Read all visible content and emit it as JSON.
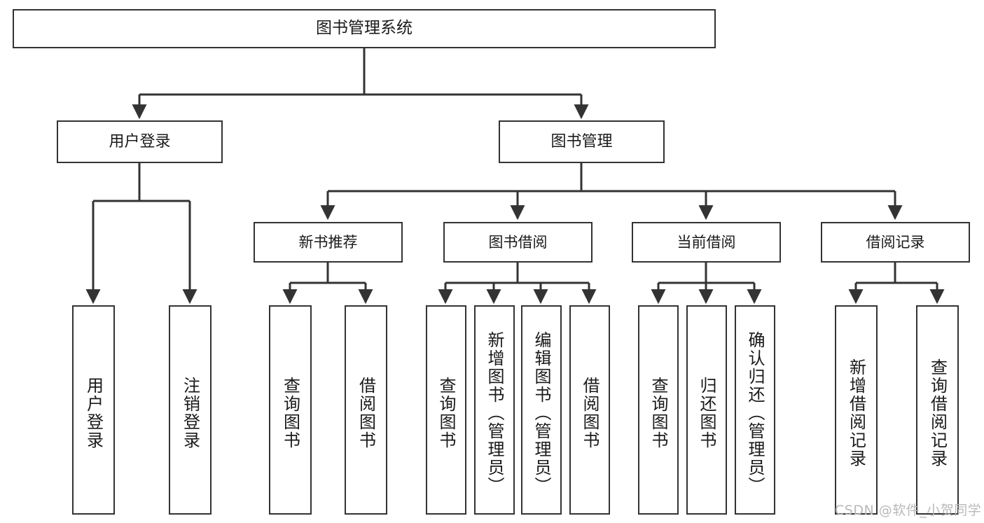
{
  "diagram": {
    "type": "tree",
    "title": "图书管理系统",
    "root": {
      "label": "图书管理系统"
    },
    "level1": [
      {
        "label": "用户登录"
      },
      {
        "label": "图书管理"
      }
    ],
    "level2": [
      {
        "label": "新书推荐"
      },
      {
        "label": "图书借阅"
      },
      {
        "label": "当前借阅"
      },
      {
        "label": "借阅记录"
      }
    ],
    "leaves": {
      "user_login": [
        {
          "label": "用户登录"
        },
        {
          "label": "注销登录"
        }
      ],
      "new_book_recommend": [
        {
          "label": "查询图书"
        },
        {
          "label": "借阅图书"
        }
      ],
      "book_borrow": [
        {
          "label": "查询图书"
        },
        {
          "label": "新增图书（管理员）"
        },
        {
          "label": "编辑图书（管理员）"
        },
        {
          "label": "借阅图书"
        }
      ],
      "current_borrow": [
        {
          "label": "查询图书"
        },
        {
          "label": "归还图书"
        },
        {
          "label": "确认归还（管理员）"
        }
      ],
      "borrow_record": [
        {
          "label": "新增借阅记录"
        },
        {
          "label": "查询借阅记录"
        }
      ]
    }
  },
  "watermark": {
    "text": "CSDN @软件_小贺同学"
  },
  "colors": {
    "stroke": "#333333",
    "box_fill": "#ffffff",
    "text": "#1a1a1a",
    "watermark": "#b9b9b9",
    "background": "#ffffff"
  }
}
